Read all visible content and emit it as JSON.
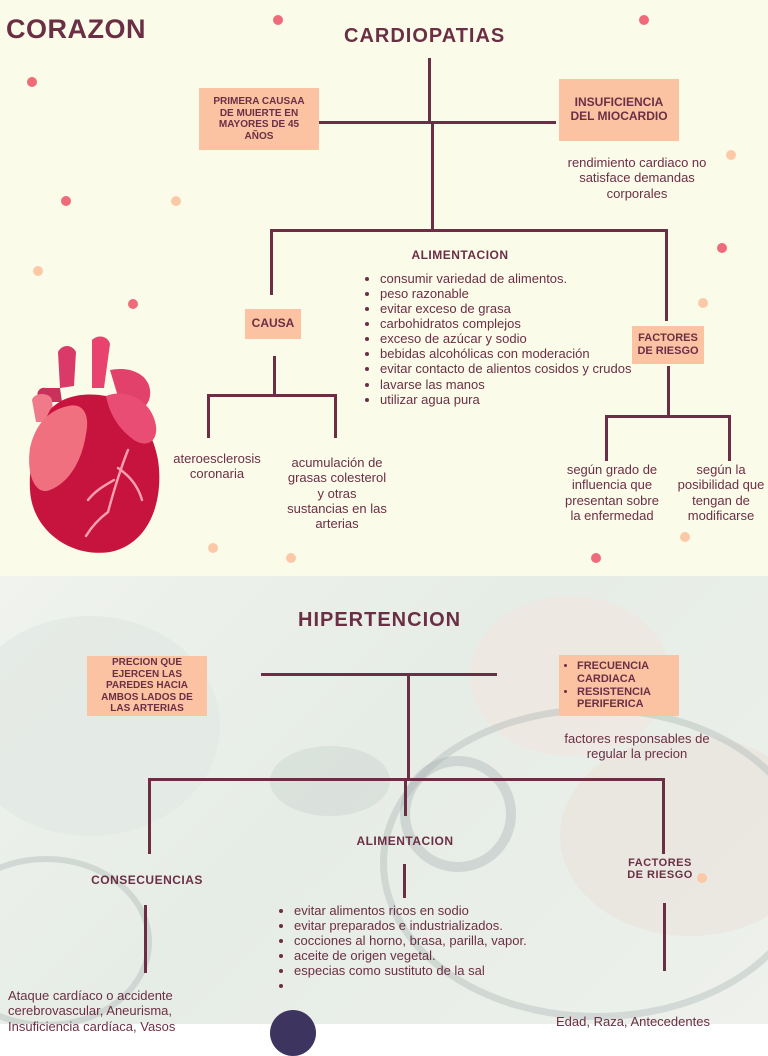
{
  "top": {
    "main_title": "CORAZON",
    "title": "CARDIOPATIAS",
    "box_left": "PRIMERA CAUSAA DE MUIERTE EN MAYORES DE 45 AÑOS",
    "box_right": "INSUFICIENCIA DEL MIOCARDIO",
    "right_desc": "rendimiento cardiaco no satisface demandas corporales",
    "alimentacion_label": "ALIMENTACION",
    "alimentacion_items": [
      "consumir variedad de alimentos.",
      "peso razonable",
      "evitar exceso de grasa",
      "carbohidratos complejos",
      "exceso de azúcar y sodio",
      "bebidas alcohólicas con moderación",
      "evitar contacto de alientos cosidos y crudos",
      "lavarse las manos",
      "utilizar agua pura"
    ],
    "causa_label": "CAUSA",
    "causa_left": "ateroesclerosis coronaria",
    "causa_right": "acumulación de grasas colesterol y otras sustancias en las arterias",
    "factores_label": "FACTORES DE RIESGO",
    "factores_left": "según grado de influencia que presentan sobre la enfermedad",
    "factores_right": "según la posibilidad que tengan de modificarse"
  },
  "bottom": {
    "title": "HIPERTENCION",
    "box_left": "PRECION QUE EJERCEN LAS PAREDES HACIA AMBOS LADOS DE LAS ARTERIAS",
    "box_right_items": [
      "FRECUENCIA CARDIACA",
      "RESISTENCIA PERIFERICA"
    ],
    "right_desc": "factores responsables de regular la precion",
    "consecuencias_label": "CONSECUENCIAS",
    "consecuencias_text": "Ataque cardíaco o accidente cerebrovascular, Aneurisma, Insuficiencia cardíaca, Vasos",
    "alimentacion_label": "ALIMENTACION",
    "alimentacion_items": [
      "evitar alimentos ricos en sodio",
      "evitar preparados e industrializados.",
      "cocciones al horno, brasa, parilla, vapor.",
      "aceite de origen  vegetal.",
      "especias como sustituto de la sal",
      ""
    ],
    "factores_label": "FACTORES DE RIESGO",
    "factores_text": "Edad, Raza, Antecedentes"
  },
  "colors": {
    "accent": "#6b2f45",
    "box": "#fbc3a2",
    "dot_red": "#f06b7a",
    "dot_peach": "#fbc9a7",
    "background": "#fbfbea"
  },
  "icons": {
    "heart": "heart-illustration"
  }
}
